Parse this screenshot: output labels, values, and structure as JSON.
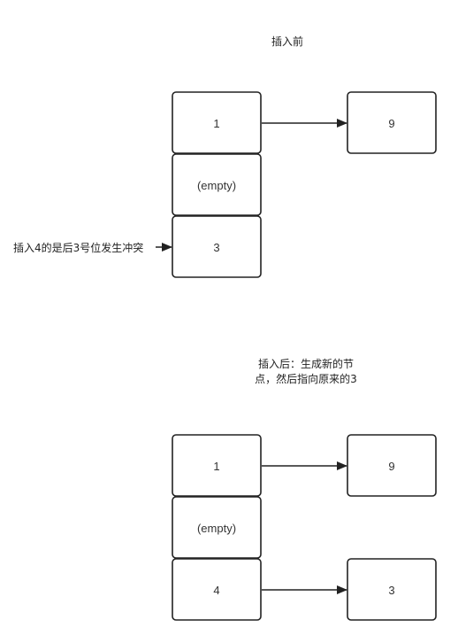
{
  "before": {
    "title": "插入前",
    "nodes": [
      {
        "id": "b1",
        "label": "1"
      },
      {
        "id": "b-empty",
        "label": "(empty)"
      },
      {
        "id": "b3",
        "label": "3"
      },
      {
        "id": "b9",
        "label": "9"
      }
    ],
    "annotation": "插入4的是后3号位发生冲突"
  },
  "after": {
    "title_line1": "插入后：生成新的节",
    "title_line2": "点，然后指向原来的3",
    "nodes": [
      {
        "id": "a1",
        "label": "1"
      },
      {
        "id": "a-empty",
        "label": "(empty)"
      },
      {
        "id": "a4",
        "label": "4"
      },
      {
        "id": "a9",
        "label": "9"
      },
      {
        "id": "a3",
        "label": "3"
      }
    ]
  }
}
